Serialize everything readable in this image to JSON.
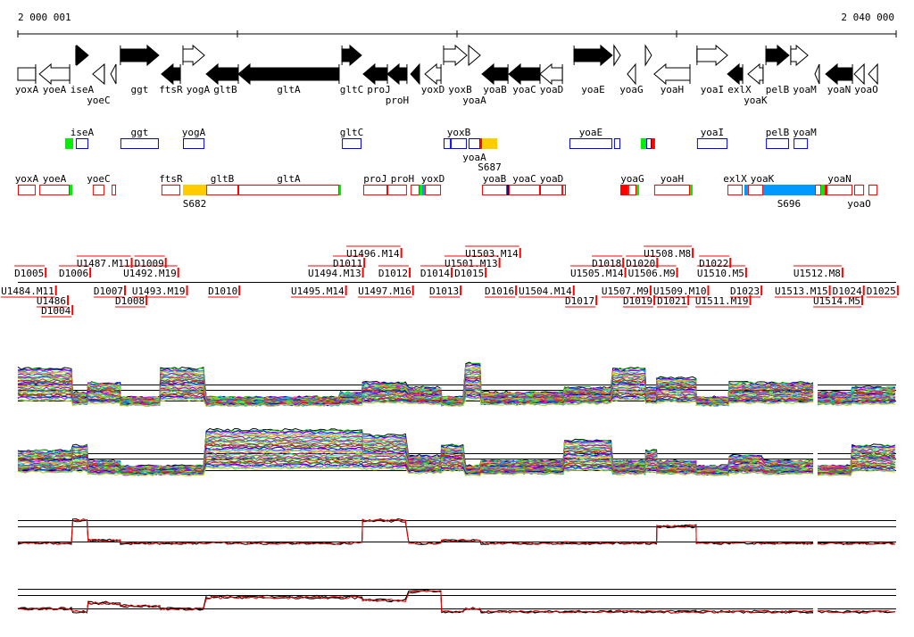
{
  "ruler": {
    "start_label": "2 000 001",
    "end_label": "2 040 000",
    "span_kb": 40
  },
  "genes": [
    {
      "label": "yoxA",
      "start": 0.0,
      "end": 0.81,
      "strand": "-",
      "filled": false,
      "shape": "box"
    },
    {
      "label": "yoeA",
      "start": 0.98,
      "end": 2.36,
      "strand": "-",
      "filled": false
    },
    {
      "label": "iseA",
      "start": 2.64,
      "end": 3.21,
      "strand": "+",
      "filled": true
    },
    {
      "label": "yoeC",
      "start": 3.41,
      "end": 3.94,
      "strand": "-",
      "filled": false
    },
    {
      "label": "",
      "start": 4.23,
      "end": 4.47,
      "strand": "-",
      "filled": false
    },
    {
      "label": "ggt",
      "start": 4.67,
      "end": 6.42,
      "strand": "+",
      "filled": true
    },
    {
      "label": "ftsR",
      "start": 6.54,
      "end": 7.4,
      "strand": "-",
      "filled": true
    },
    {
      "label": "yogA",
      "start": 7.52,
      "end": 8.5,
      "strand": "+",
      "filled": false
    },
    {
      "label": "gltB",
      "start": 8.58,
      "end": 10.04,
      "strand": "-",
      "filled": true
    },
    {
      "label": "gltA",
      "start": 10.04,
      "end": 14.63,
      "strand": "-",
      "filled": true
    },
    {
      "label": "gltC",
      "start": 14.76,
      "end": 15.65,
      "strand": "+",
      "filled": true
    },
    {
      "label": "proJ",
      "start": 15.73,
      "end": 16.83,
      "strand": "-",
      "filled": true
    },
    {
      "label": "proH",
      "start": 16.83,
      "end": 17.72,
      "strand": "-",
      "filled": true
    },
    {
      "label": "",
      "start": 17.89,
      "end": 18.29,
      "strand": "-",
      "filled": true
    },
    {
      "label": "yoxD",
      "start": 18.54,
      "end": 19.27,
      "strand": "-",
      "filled": false
    },
    {
      "label": "yoxB",
      "start": 19.39,
      "end": 20.45,
      "strand": "+",
      "filled": false
    },
    {
      "label": "yoaA",
      "start": 20.53,
      "end": 21.06,
      "strand": "+",
      "filled": false
    },
    {
      "label": "yoaB",
      "start": 21.14,
      "end": 22.32,
      "strand": "-",
      "filled": true
    },
    {
      "label": "yoaC",
      "start": 22.36,
      "end": 23.78,
      "strand": "-",
      "filled": true
    },
    {
      "label": "yoaD",
      "start": 23.78,
      "end": 24.8,
      "strand": "-",
      "filled": false
    },
    {
      "label": "yoaE",
      "start": 25.33,
      "end": 27.07,
      "strand": "+",
      "filled": true
    },
    {
      "label": "",
      "start": 27.15,
      "end": 27.44,
      "strand": "+",
      "filled": false
    },
    {
      "label": "yoaG",
      "start": 27.76,
      "end": 28.13,
      "strand": "-",
      "filled": false
    },
    {
      "label": "",
      "start": 28.58,
      "end": 28.86,
      "strand": "+",
      "filled": false
    },
    {
      "label": "yoaH",
      "start": 28.98,
      "end": 30.61,
      "strand": "-",
      "filled": false
    },
    {
      "label": "yoaI",
      "start": 30.93,
      "end": 32.32,
      "strand": "+",
      "filled": false
    },
    {
      "label": "exlX",
      "start": 32.32,
      "end": 33.01,
      "strand": "-",
      "filled": true
    },
    {
      "label": "yoaK",
      "start": 33.25,
      "end": 33.94,
      "strand": "-",
      "filled": false
    },
    {
      "label": "pelB",
      "start": 34.07,
      "end": 35.12,
      "strand": "+",
      "filled": true
    },
    {
      "label": "yoaM",
      "start": 35.2,
      "end": 35.98,
      "strand": "+",
      "filled": false
    },
    {
      "label": "",
      "start": 36.3,
      "end": 36.5,
      "strand": "-",
      "filled": false
    },
    {
      "label": "yoaN",
      "start": 36.79,
      "end": 38.01,
      "strand": "-",
      "filled": true
    },
    {
      "label": "yoaO",
      "start": 38.09,
      "end": 38.54,
      "strand": "-",
      "filled": false
    },
    {
      "label": "",
      "start": 38.74,
      "end": 39.15,
      "strand": "-",
      "filled": false
    }
  ],
  "operon_track_1": [
    {
      "label": "",
      "start": 2.15,
      "end": 2.52,
      "color": "#00ee00",
      "fill": true
    },
    {
      "label": "iseA",
      "start": 2.64,
      "end": 3.21,
      "color": "#0000ee"
    },
    {
      "label": "ggt",
      "start": 4.67,
      "end": 6.42,
      "color": "#0000ee"
    },
    {
      "label": "yogA",
      "start": 7.52,
      "end": 8.5,
      "color": "#0000ee"
    },
    {
      "label": "gltC",
      "start": 14.76,
      "end": 15.65,
      "color": "#0000ee"
    },
    {
      "label": "",
      "start": 19.39,
      "end": 19.72,
      "color": "#0000ee"
    },
    {
      "label": "yoxB",
      "start": 19.72,
      "end": 20.45,
      "color": "#0000ee"
    },
    {
      "label": "yoaA",
      "start": 20.53,
      "end": 21.06,
      "color": "#0000ee"
    },
    {
      "label": "",
      "start": 21.06,
      "end": 21.14,
      "color": "#ff0000",
      "fill": true
    },
    {
      "label": "S687",
      "start": 21.14,
      "end": 21.83,
      "color": "#ffcc00",
      "fill": true,
      "below": true
    },
    {
      "label": "yoaE",
      "start": 25.12,
      "end": 27.07,
      "color": "#0000ee"
    },
    {
      "label": "",
      "start": 27.15,
      "end": 27.44,
      "color": "#0000ee"
    },
    {
      "label": "",
      "start": 28.37,
      "end": 28.62,
      "color": "#00ee00",
      "fill": true
    },
    {
      "label": "",
      "start": 28.62,
      "end": 28.86,
      "color": "#0000ee"
    },
    {
      "label": "",
      "start": 28.86,
      "end": 29.02,
      "color": "#ff0000",
      "fill": true
    },
    {
      "label": "yoaI",
      "start": 30.93,
      "end": 32.32,
      "color": "#0000ee"
    },
    {
      "label": "pelB",
      "start": 34.07,
      "end": 35.12,
      "color": "#0000ee"
    },
    {
      "label": "yoaM",
      "start": 35.33,
      "end": 35.98,
      "color": "#0000ee"
    }
  ],
  "operon_track_2": [
    {
      "label": "yoxA",
      "start": 0.0,
      "end": 0.81,
      "color": "#ff0000"
    },
    {
      "label": "yoeA",
      "start": 0.98,
      "end": 2.36,
      "color": "#ff0000"
    },
    {
      "label": "",
      "start": 2.36,
      "end": 2.48,
      "color": "#00ee00",
      "fill": true
    },
    {
      "label": "yoeC",
      "start": 3.41,
      "end": 3.94,
      "color": "#ff0000"
    },
    {
      "label": "",
      "start": 4.27,
      "end": 4.47,
      "color": "#ff0000"
    },
    {
      "label": "ftsR",
      "start": 6.54,
      "end": 7.4,
      "color": "#ff0000"
    },
    {
      "label": "S682",
      "start": 7.52,
      "end": 8.58,
      "color": "#ffcc00",
      "fill": true,
      "below": true
    },
    {
      "label": "gltB",
      "start": 8.58,
      "end": 10.04,
      "color": "#ff0000"
    },
    {
      "label": "gltA",
      "start": 10.04,
      "end": 14.63,
      "color": "#ff0000"
    },
    {
      "label": "",
      "start": 14.63,
      "end": 14.72,
      "color": "#00ee00",
      "fill": true
    },
    {
      "label": "proJ",
      "start": 15.73,
      "end": 16.83,
      "color": "#ff0000"
    },
    {
      "label": "proH",
      "start": 16.83,
      "end": 17.72,
      "color": "#ff0000"
    },
    {
      "label": "",
      "start": 17.89,
      "end": 18.29,
      "color": "#ff0000"
    },
    {
      "label": "",
      "start": 18.29,
      "end": 18.41,
      "color": "#00ee00",
      "fill": true
    },
    {
      "label": "",
      "start": 18.41,
      "end": 18.54,
      "color": "#0099ff",
      "fill": true
    },
    {
      "label": "yoxD",
      "start": 18.54,
      "end": 19.27,
      "color": "#ff0000"
    },
    {
      "label": "yoaB",
      "start": 21.14,
      "end": 22.28,
      "color": "#ff0000"
    },
    {
      "label": "",
      "start": 22.28,
      "end": 22.36,
      "color": "#000088",
      "fill": true
    },
    {
      "label": "yoaC",
      "start": 22.36,
      "end": 23.78,
      "color": "#ff0000"
    },
    {
      "label": "yoaD",
      "start": 23.78,
      "end": 24.8,
      "color": "#ff0000"
    },
    {
      "label": "",
      "start": 24.8,
      "end": 24.96,
      "color": "#ff0000"
    },
    {
      "label": "",
      "start": 27.44,
      "end": 27.8,
      "color": "#ff0000",
      "fill": true
    },
    {
      "label": "yoaG",
      "start": 27.8,
      "end": 28.17,
      "color": "#ff0000"
    },
    {
      "label": "",
      "start": 28.17,
      "end": 28.29,
      "color": "#00ee00",
      "fill": true
    },
    {
      "label": "yoaH",
      "start": 28.98,
      "end": 30.61,
      "color": "#ff0000"
    },
    {
      "label": "",
      "start": 30.61,
      "end": 30.73,
      "color": "#00ee00",
      "fill": true
    },
    {
      "label": "exlX",
      "start": 32.32,
      "end": 33.01,
      "color": "#ff0000"
    },
    {
      "label": "",
      "start": 33.09,
      "end": 33.25,
      "color": "#0099ff",
      "fill": true
    },
    {
      "label": "yoaK",
      "start": 33.25,
      "end": 33.94,
      "color": "#ff0000"
    },
    {
      "label": "S696",
      "start": 33.94,
      "end": 36.3,
      "color": "#0099ff",
      "fill": true,
      "below": true
    },
    {
      "label": "",
      "start": 36.3,
      "end": 36.59,
      "color": "#ff0000"
    },
    {
      "label": "",
      "start": 36.59,
      "end": 36.75,
      "color": "#00ee00",
      "fill": true
    },
    {
      "label": "",
      "start": 36.75,
      "end": 36.83,
      "color": "#ff0000",
      "fill": true
    },
    {
      "label": "yoaN",
      "start": 36.83,
      "end": 38.01,
      "color": "#ff0000"
    },
    {
      "label": "yoaO",
      "start": 38.09,
      "end": 38.54,
      "color": "#ff0000"
    },
    {
      "label": "",
      "start": 38.74,
      "end": 39.15,
      "color": "#ff0000"
    }
  ],
  "regions": [
    {
      "label": "D1005",
      "pos": -0.2,
      "side": "above"
    },
    {
      "label": "D1006",
      "pos": 1.83,
      "side": "above"
    },
    {
      "label": "U1487.M11",
      "pos": 2.64,
      "side": "above"
    },
    {
      "label": "U1492.M19",
      "pos": 4.76,
      "side": "above"
    },
    {
      "label": "D1009",
      "pos": 5.08,
      "side": "above"
    },
    {
      "label": "U1494.M13",
      "pos": 13.17,
      "side": "above"
    },
    {
      "label": "D1011",
      "pos": 14.31,
      "side": "above"
    },
    {
      "label": "U1496.M14",
      "pos": 14.92,
      "side": "above"
    },
    {
      "label": "D1012",
      "pos": 16.38,
      "side": "above"
    },
    {
      "label": "D1014",
      "pos": 18.29,
      "side": "above"
    },
    {
      "label": "U1501.M13",
      "pos": 19.39,
      "side": "above"
    },
    {
      "label": "D1015",
      "pos": 19.8,
      "side": "above"
    },
    {
      "label": "U1503.M14",
      "pos": 20.33,
      "side": "above"
    },
    {
      "label": "U1505.M14",
      "pos": 25.12,
      "side": "above"
    },
    {
      "label": "D1018",
      "pos": 26.1,
      "side": "above"
    },
    {
      "label": "U1506.M9",
      "pos": 27.24,
      "side": "above"
    },
    {
      "label": "D1020",
      "pos": 27.56,
      "side": "above"
    },
    {
      "label": "U1508.M8",
      "pos": 28.46,
      "side": "above"
    },
    {
      "label": "U1510.M5",
      "pos": 30.89,
      "side": "above"
    },
    {
      "label": "D1022",
      "pos": 30.98,
      "side": "above"
    },
    {
      "label": "U1512.M8",
      "pos": 35.28,
      "side": "above"
    },
    {
      "label": "U1484.M11",
      "pos": -0.81,
      "side": "below"
    },
    {
      "label": "U1486",
      "pos": 0.81,
      "side": "below"
    },
    {
      "label": "D1004",
      "pos": 1.02,
      "side": "below"
    },
    {
      "label": "D1007",
      "pos": 3.41,
      "side": "below"
    },
    {
      "label": "D1008",
      "pos": 4.39,
      "side": "below"
    },
    {
      "label": "U1493.M19",
      "pos": 5.16,
      "side": "below"
    },
    {
      "label": "D1010",
      "pos": 8.62,
      "side": "below"
    },
    {
      "label": "U1495.M14",
      "pos": 12.4,
      "side": "below"
    },
    {
      "label": "U1497.M16",
      "pos": 15.45,
      "side": "below"
    },
    {
      "label": "D1013",
      "pos": 18.7,
      "side": "below"
    },
    {
      "label": "D1016",
      "pos": 21.22,
      "side": "below"
    },
    {
      "label": "U1504.M14",
      "pos": 22.76,
      "side": "below"
    },
    {
      "label": "D1017",
      "pos": 24.88,
      "side": "below"
    },
    {
      "label": "U1507.M9",
      "pos": 26.54,
      "side": "below"
    },
    {
      "label": "D1019",
      "pos": 27.52,
      "side": "below"
    },
    {
      "label": "U1509.M10",
      "pos": 28.46,
      "side": "below"
    },
    {
      "label": "D1021",
      "pos": 29.02,
      "side": "below"
    },
    {
      "label": "U1511.M19",
      "pos": 30.81,
      "side": "below"
    },
    {
      "label": "D1023",
      "pos": 32.4,
      "side": "below"
    },
    {
      "label": "U1513.M15",
      "pos": 34.43,
      "side": "below"
    },
    {
      "label": "U1514.M5",
      "pos": 36.18,
      "side": "below"
    },
    {
      "label": "D1024",
      "pos": 36.79,
      "side": "below"
    },
    {
      "label": "D1025",
      "pos": 38.13,
      "side": "below"
    }
  ],
  "colors": {
    "red": "#ff0000",
    "green": "#00ee00",
    "blue": "#0000ee",
    "orange": "#ffcc00",
    "sky": "#0099ff"
  }
}
